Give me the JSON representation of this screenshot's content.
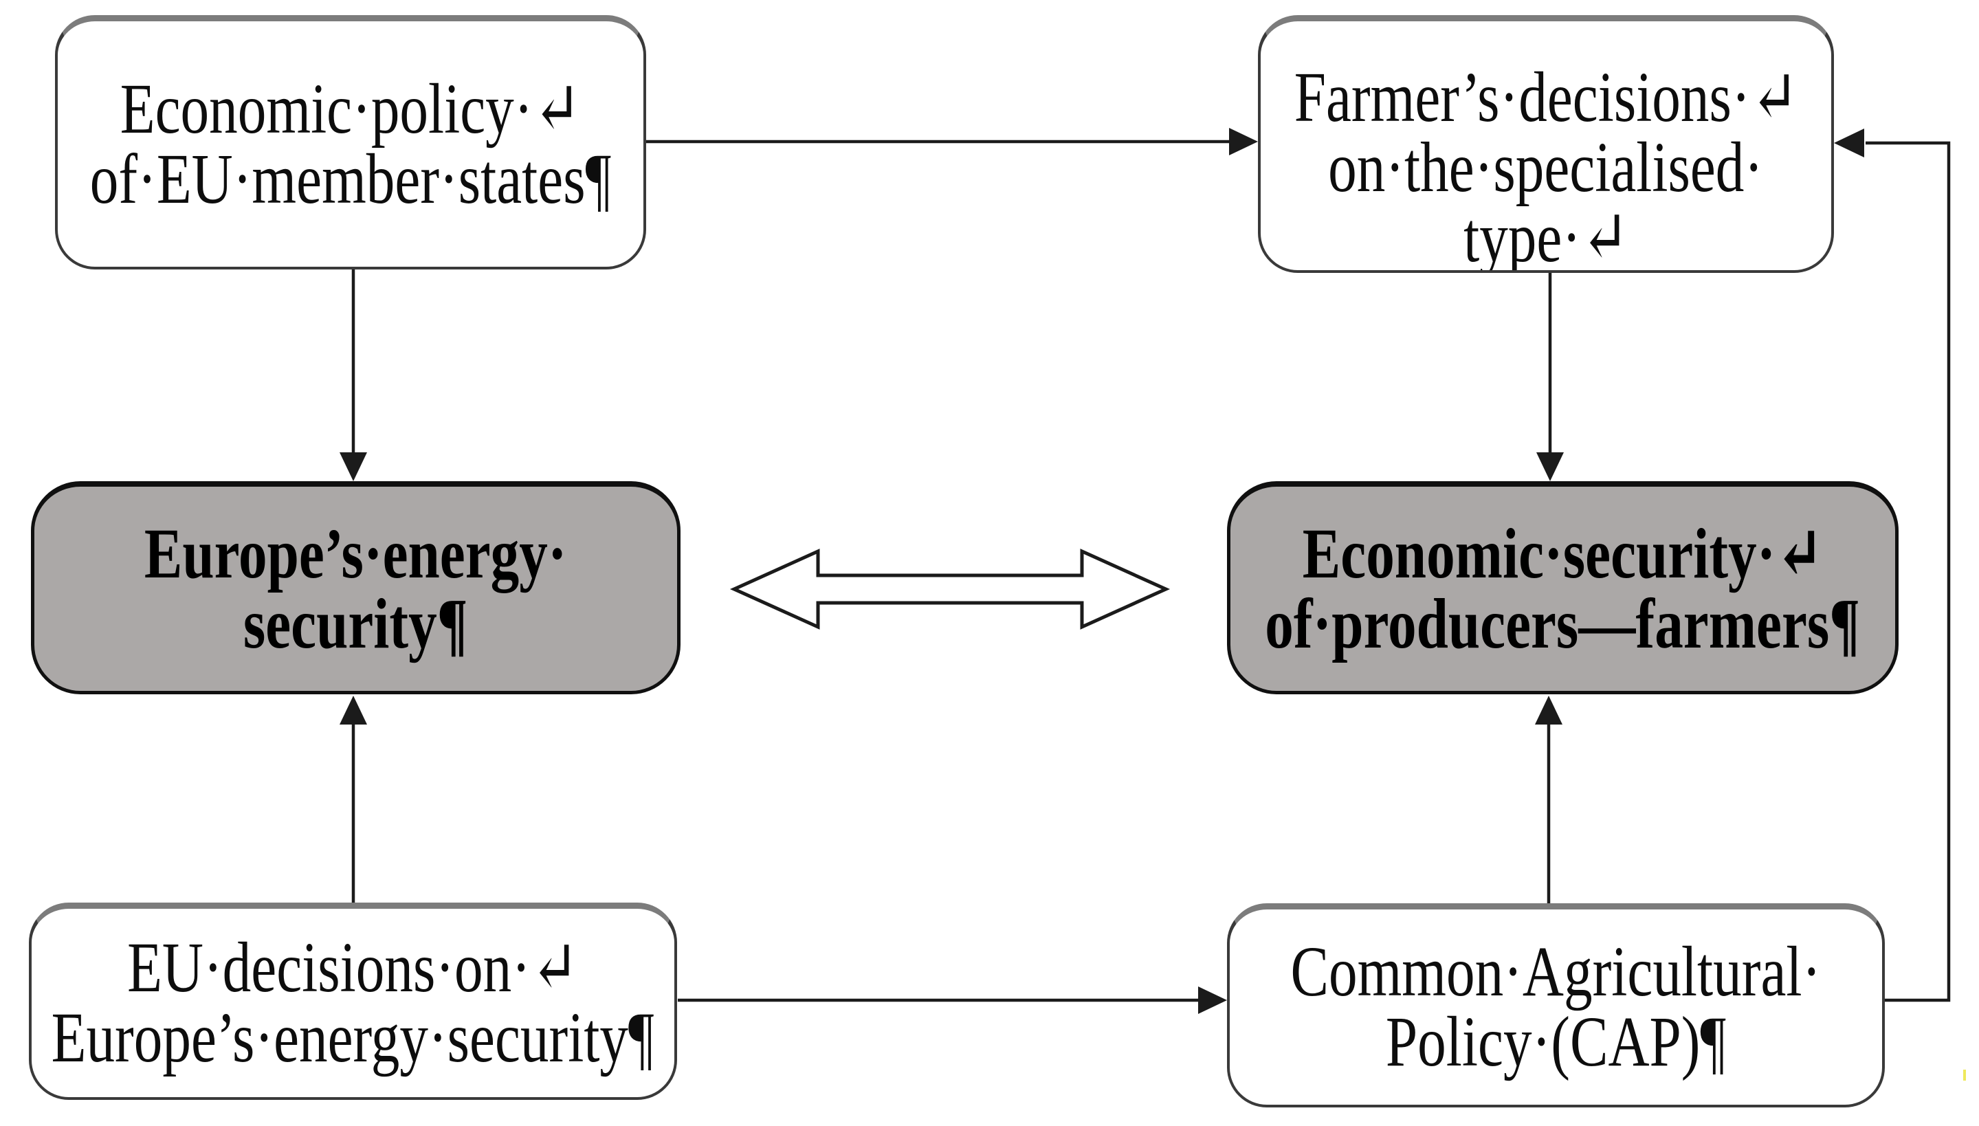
{
  "boxes": {
    "top_left": {
      "lines": [
        "Economic·policy·↵",
        "of·EU·member·states¶"
      ]
    },
    "top_right": {
      "lines": [
        "Farmer’s·decisions·↵",
        "on·the·specialised·",
        "type·↵"
      ]
    },
    "mid_left": {
      "lines": [
        "Europe’s·energy·",
        "security¶"
      ]
    },
    "mid_right": {
      "lines": [
        "Economic·security·↵",
        "of·producers—farmers¶"
      ]
    },
    "bottom_left": {
      "lines": [
        "EU·decisions·on·↵",
        "Europe’s·energy·security¶"
      ]
    },
    "bottom_right": {
      "lines": [
        "Common·Agricultural·",
        "Policy·(CAP)¶"
      ]
    }
  },
  "colors": {
    "gray_box_fill": "#aba8a7",
    "white_box_fill": "#ffffff",
    "box_border_dark": "#3a3a3a",
    "box_border_top_gray": "#7c7c7c",
    "connector_line": "#1b1b1b",
    "artifact_yellow": "#efe95c"
  }
}
